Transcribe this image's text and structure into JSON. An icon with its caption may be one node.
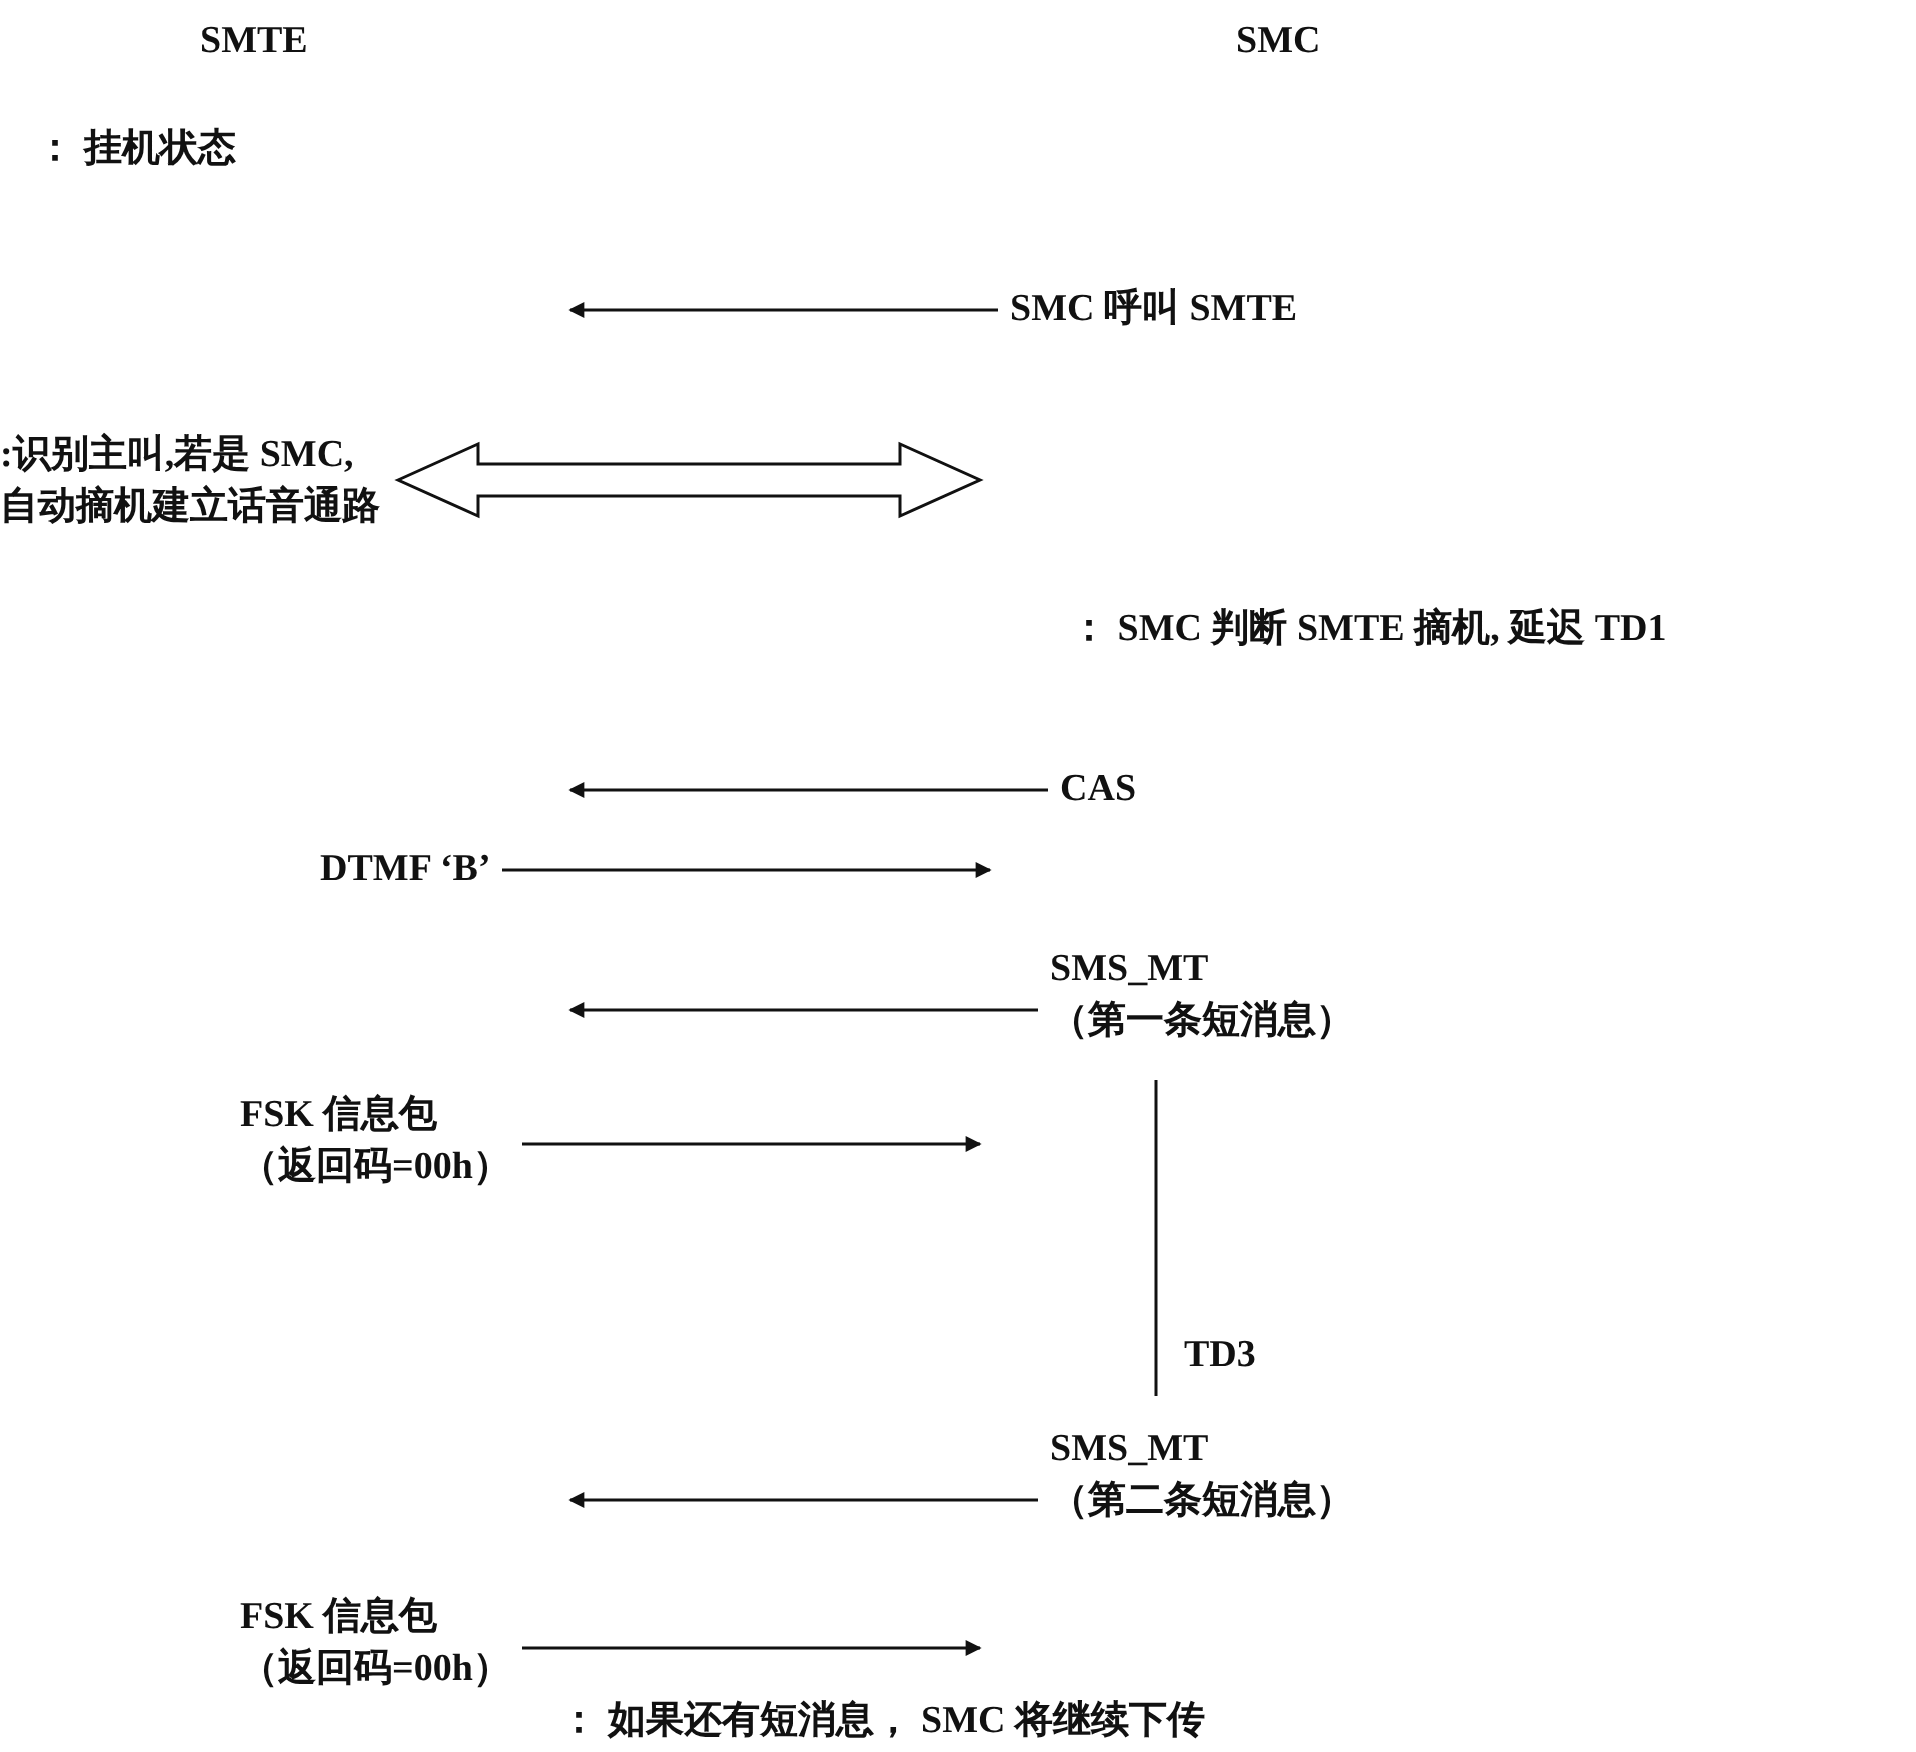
{
  "diagram": {
    "nodes": [
      {
        "text": [
          "SMTE"
        ]
      },
      {
        "text": [
          "SMC"
        ]
      },
      {
        "text": [
          "SMC 呼叫 SMTE"
        ]
      },
      {
        "text": [
          ":识别主叫,若是 SMC,自动摘机建立话音通路"
        ]
      },
      {
        "text": [
          "CAS"
        ]
      },
      {
        "text": [
          "DTMF ‘B’"
        ]
      },
      {
        "text": [
          "SMS_MT",
          "（第一条短消息）"
        ]
      },
      {
        "text": [
          "FSK 信息包",
          "（返回码=00h）"
        ]
      },
      {
        "text": [
          "SMS_MT",
          "（第二条短消息）"
        ]
      },
      {
        "text": [
          "FSK 信息包",
          "（返回码=00h）"
        ]
      }
    ],
    "edges": [
      {
        "from": 2,
        "to": null,
        "arrow": "to"
      },
      {
        "from": 3,
        "to": null,
        "arrow": "both",
        "style": "thick"
      },
      {
        "from": 4,
        "to": null,
        "arrow": "to"
      },
      {
        "from": 5,
        "to": null,
        "arrow": "to"
      },
      {
        "from": 6,
        "to": null,
        "arrow": "to"
      },
      {
        "from": 7,
        "to": null,
        "arrow": "to"
      },
      {
        "from": 8,
        "to": null,
        "arrow": "to"
      },
      {
        "from": 9,
        "to": null,
        "arrow": "to"
      }
    ],
    "labels": [
      "： 挂机状态",
      "： SMC 判断 SMTE 摘机, 延迟 TD1",
      "TD3",
      "： 如果还有短消息， SMC 将继续下传"
    ]
  }
}
